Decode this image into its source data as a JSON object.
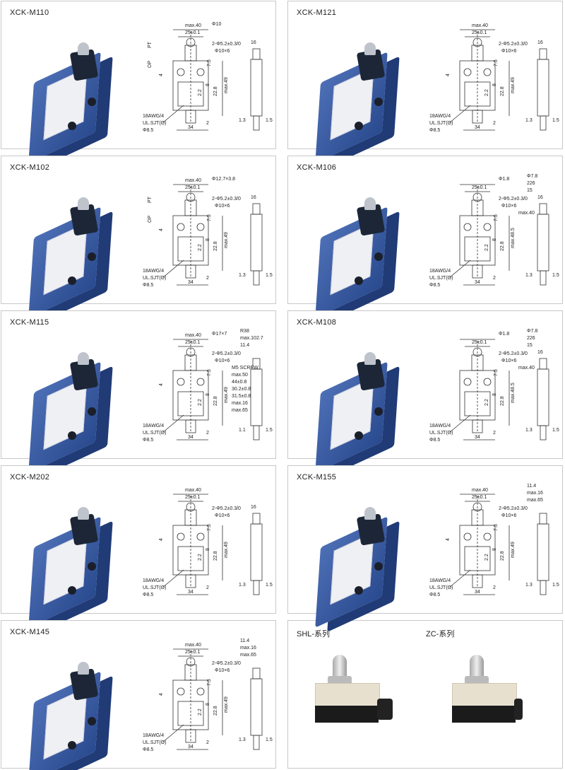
{
  "panels": [
    {
      "title": "XCK-M110",
      "dims": {
        "topw": "max.40",
        "spacing": "25±0.1",
        "phi": "Φ10",
        "hole": "2-Φ5.2±0.3/0",
        "mount": "Φ10×6",
        "pt": "PT",
        "op": "OP",
        "h4": "4",
        "h75": "7.5",
        "h8": "8",
        "h228": "22.8",
        "h22": "2.2",
        "hmax": "max.49",
        "wire1": "18AWG/4",
        "wire2": "UL.SJT(O)",
        "wire3": "Φ8.5",
        "bw": "34",
        "b2": "2",
        "sidew": "16",
        "sl": "1.3",
        "sr": "1.5"
      },
      "extra": []
    },
    {
      "title": "XCK-M121",
      "dims": {
        "topw": "max.40",
        "spacing": "25±0.1",
        "hole": "2-Φ5.2±0.3/0",
        "mount": "Φ10×6",
        "h4": "4",
        "h75": "7.5",
        "h8": "8",
        "h228": "22.8",
        "h22": "2.2",
        "hmax": "max.49",
        "wire1": "18AWG/4",
        "wire2": "UL.SJT(O)",
        "wire3": "Φ8.5",
        "bw": "34",
        "b2": "2",
        "sidew": "16",
        "sl": "1.3",
        "sr": "1.5"
      },
      "extra": []
    },
    {
      "title": "XCK-M102",
      "dims": {
        "topw": "max.40",
        "spacing": "25±0.1",
        "phi": "Φ12.7×3.8",
        "hole": "2-Φ5.2±0.3/0",
        "mount": "Φ10×6",
        "pt": "PT",
        "op": "OP",
        "h4": "4",
        "h75": "7.5",
        "h8": "8",
        "h228": "22.8",
        "h22": "2.2",
        "hmax": "max.49",
        "wire1": "18AWG/4",
        "wire2": "UL.SJT(O)",
        "wire3": "Φ8.5",
        "bw": "34",
        "b2": "2",
        "sidew": "16",
        "sl": "1.3",
        "sr": "1.5"
      },
      "extra": []
    },
    {
      "title": "XCK-M106",
      "dims": {
        "spacing": "25±0.1",
        "phi": "Φ1.8",
        "hole": "2-Φ5.2±0.3/0",
        "mount": "Φ10×6",
        "h75": "7.5",
        "h8": "8",
        "h228": "22.8",
        "h22": "2.2",
        "hmax": "max.48.5",
        "wire1": "18AWG/4",
        "wire2": "UL.SJT(O)",
        "wire3": "Φ8.5",
        "bw": "34",
        "b2": "2",
        "sidew": "16",
        "sl": "1.3",
        "sr": "1.5"
      },
      "extra": [
        "Φ7.8",
        "226",
        "15",
        "max.40"
      ]
    },
    {
      "title": "XCK-M115",
      "dims": {
        "topw": "max.40",
        "spacing": "25±0.1",
        "phi": "Φ17×7",
        "hole": "2-Φ5.2±0.3/0",
        "mount": "Φ10×6",
        "h4": "4",
        "h75": "7.5",
        "h8": "8",
        "h228": "22.8",
        "h22": "2.2",
        "hmax": "max.49",
        "wire1": "18AWG/4",
        "wire2": "UL.SJT(O)",
        "wire3": "Φ8.5",
        "bw": "34",
        "b2": "2",
        "sl": "1.1",
        "sr": "1.5"
      },
      "extra": [
        "R38",
        "max.102.7",
        "11.4",
        "M5 SCREW",
        "max.50",
        "44±0.8",
        "30.2±0.8",
        "31.5±0.8",
        "max.16",
        "max.65"
      ]
    },
    {
      "title": "XCK-M108",
      "dims": {
        "spacing": "25±0.1",
        "phi": "Φ1.8",
        "hole": "2-Φ5.2±0.3/0",
        "mount": "Φ10×6",
        "h75": "7.5",
        "h8": "8",
        "h228": "22.8",
        "h22": "2.2",
        "hmax": "max.48.5",
        "wire1": "18AWG/4",
        "wire2": "UL.SJT(O)",
        "wire3": "Φ8.5",
        "bw": "34",
        "b2": "2",
        "sidew": "16",
        "sl": "1.3",
        "sr": "1.5"
      },
      "extra": [
        "Φ7.8",
        "226",
        "15",
        "max.40"
      ]
    },
    {
      "title": "XCK-M202",
      "dims": {
        "topw": "max.40",
        "spacing": "25±0.1",
        "hole": "2-Φ5.2±0.3/0",
        "mount": "Φ10×6",
        "h4": "4",
        "h75": "7.5",
        "h8": "8",
        "h228": "22.8",
        "h22": "2.2",
        "hmax": "max.49",
        "wire1": "18AWG/4",
        "wire2": "UL.SJT(O)",
        "wire3": "Φ8.5",
        "bw": "34",
        "b2": "2",
        "sidew": "16",
        "sl": "1.3",
        "sr": "1.5"
      },
      "extra": []
    },
    {
      "title": "XCK-M155",
      "dims": {
        "topw": "max.40",
        "spacing": "25±0.1",
        "hole": "2-Φ5.2±0.3/0",
        "mount": "Φ10×6",
        "h4": "4",
        "h75": "7.5",
        "h8": "8",
        "h228": "22.8",
        "h22": "2.2",
        "hmax": "max.49",
        "wire1": "18AWG/4",
        "wire2": "UL.SJT(O)",
        "wire3": "Φ8.5",
        "bw": "34",
        "b2": "2",
        "sl": "1.3",
        "sr": "1.5"
      },
      "extra": [
        "11.4",
        "max.16",
        "max.65"
      ]
    },
    {
      "title": "XCK-M145",
      "dims": {
        "topw": "max.40",
        "spacing": "25±0.1",
        "hole": "2-Φ5.2±0.3/0",
        "mount": "Φ10×6",
        "h4": "4",
        "h75": "7.5",
        "h8": "8",
        "h228": "22.8",
        "h22": "2.2",
        "hmax": "max.49",
        "wire1": "18AWG/4",
        "wire2": "UL.SJT(O)",
        "wire3": "Φ8.5",
        "bw": "34",
        "b2": "2",
        "sl": "1.3",
        "sr": "1.5"
      },
      "extra": [
        "11.4",
        "max.16",
        "max.65"
      ]
    }
  ],
  "series": {
    "shl": "SHL-系列",
    "zc": "ZC-系列"
  }
}
